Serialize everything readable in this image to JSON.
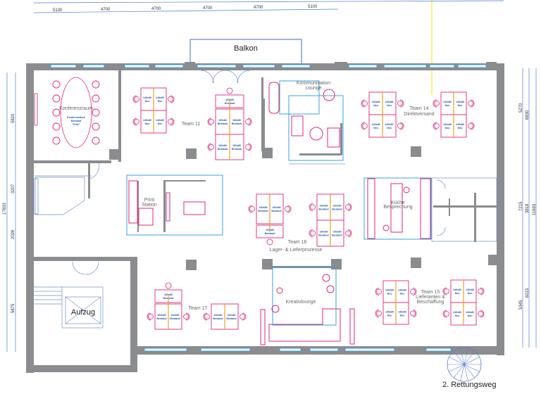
{
  "dimensions": {
    "top": [
      "5130",
      "4700",
      "4700",
      "4700",
      "4700",
      "5100"
    ],
    "left": [
      "5820",
      "3207",
      "2026",
      "5875"
    ],
    "left_total": "17833",
    "right_outer": [
      "5270",
      "7215",
      "5345"
    ],
    "right_middle": [
      "6830",
      "3818",
      "6015"
    ],
    "right_total": "11693"
  },
  "rooms": {
    "balcony": "Balkon",
    "conference": "Konferenzraum",
    "conference_table": [
      "Konferenztisch",
      "Bestand",
      "\"Fritz\""
    ],
    "lounge": [
      "Kommunikation",
      "Lounge"
    ],
    "print_station": [
      "Print",
      "Station"
    ],
    "kitchen": [
      "Küche",
      "Besprechung"
    ],
    "creative": "Kreativlounge",
    "elevator": "Aufzug",
    "escape_route": "2. Rettungsweg"
  },
  "teams": [
    {
      "name": "Team 11",
      "sub": ""
    },
    {
      "name": "Team 14",
      "sub": "Direktversand"
    },
    {
      "name": "Team 16",
      "sub": "Lager- & Lieferprozesse"
    },
    {
      "name": "Team 17",
      "sub": ""
    },
    {
      "name": "Team 15",
      "sub": "Lieferanten &"
    },
    {
      "name": "",
      "sub": "Beschaffung"
    }
  ],
  "desk_labels": {
    "new": [
      "140x80",
      "Neu"
    ],
    "existing": [
      "160x80",
      "Bestand"
    ]
  },
  "colors": {
    "wall": "#8a8c8f",
    "furniture": "#e0257a",
    "zone": "#3aa0e0",
    "desk_divider": "#f0a020",
    "marker_line": "#f2e600"
  }
}
